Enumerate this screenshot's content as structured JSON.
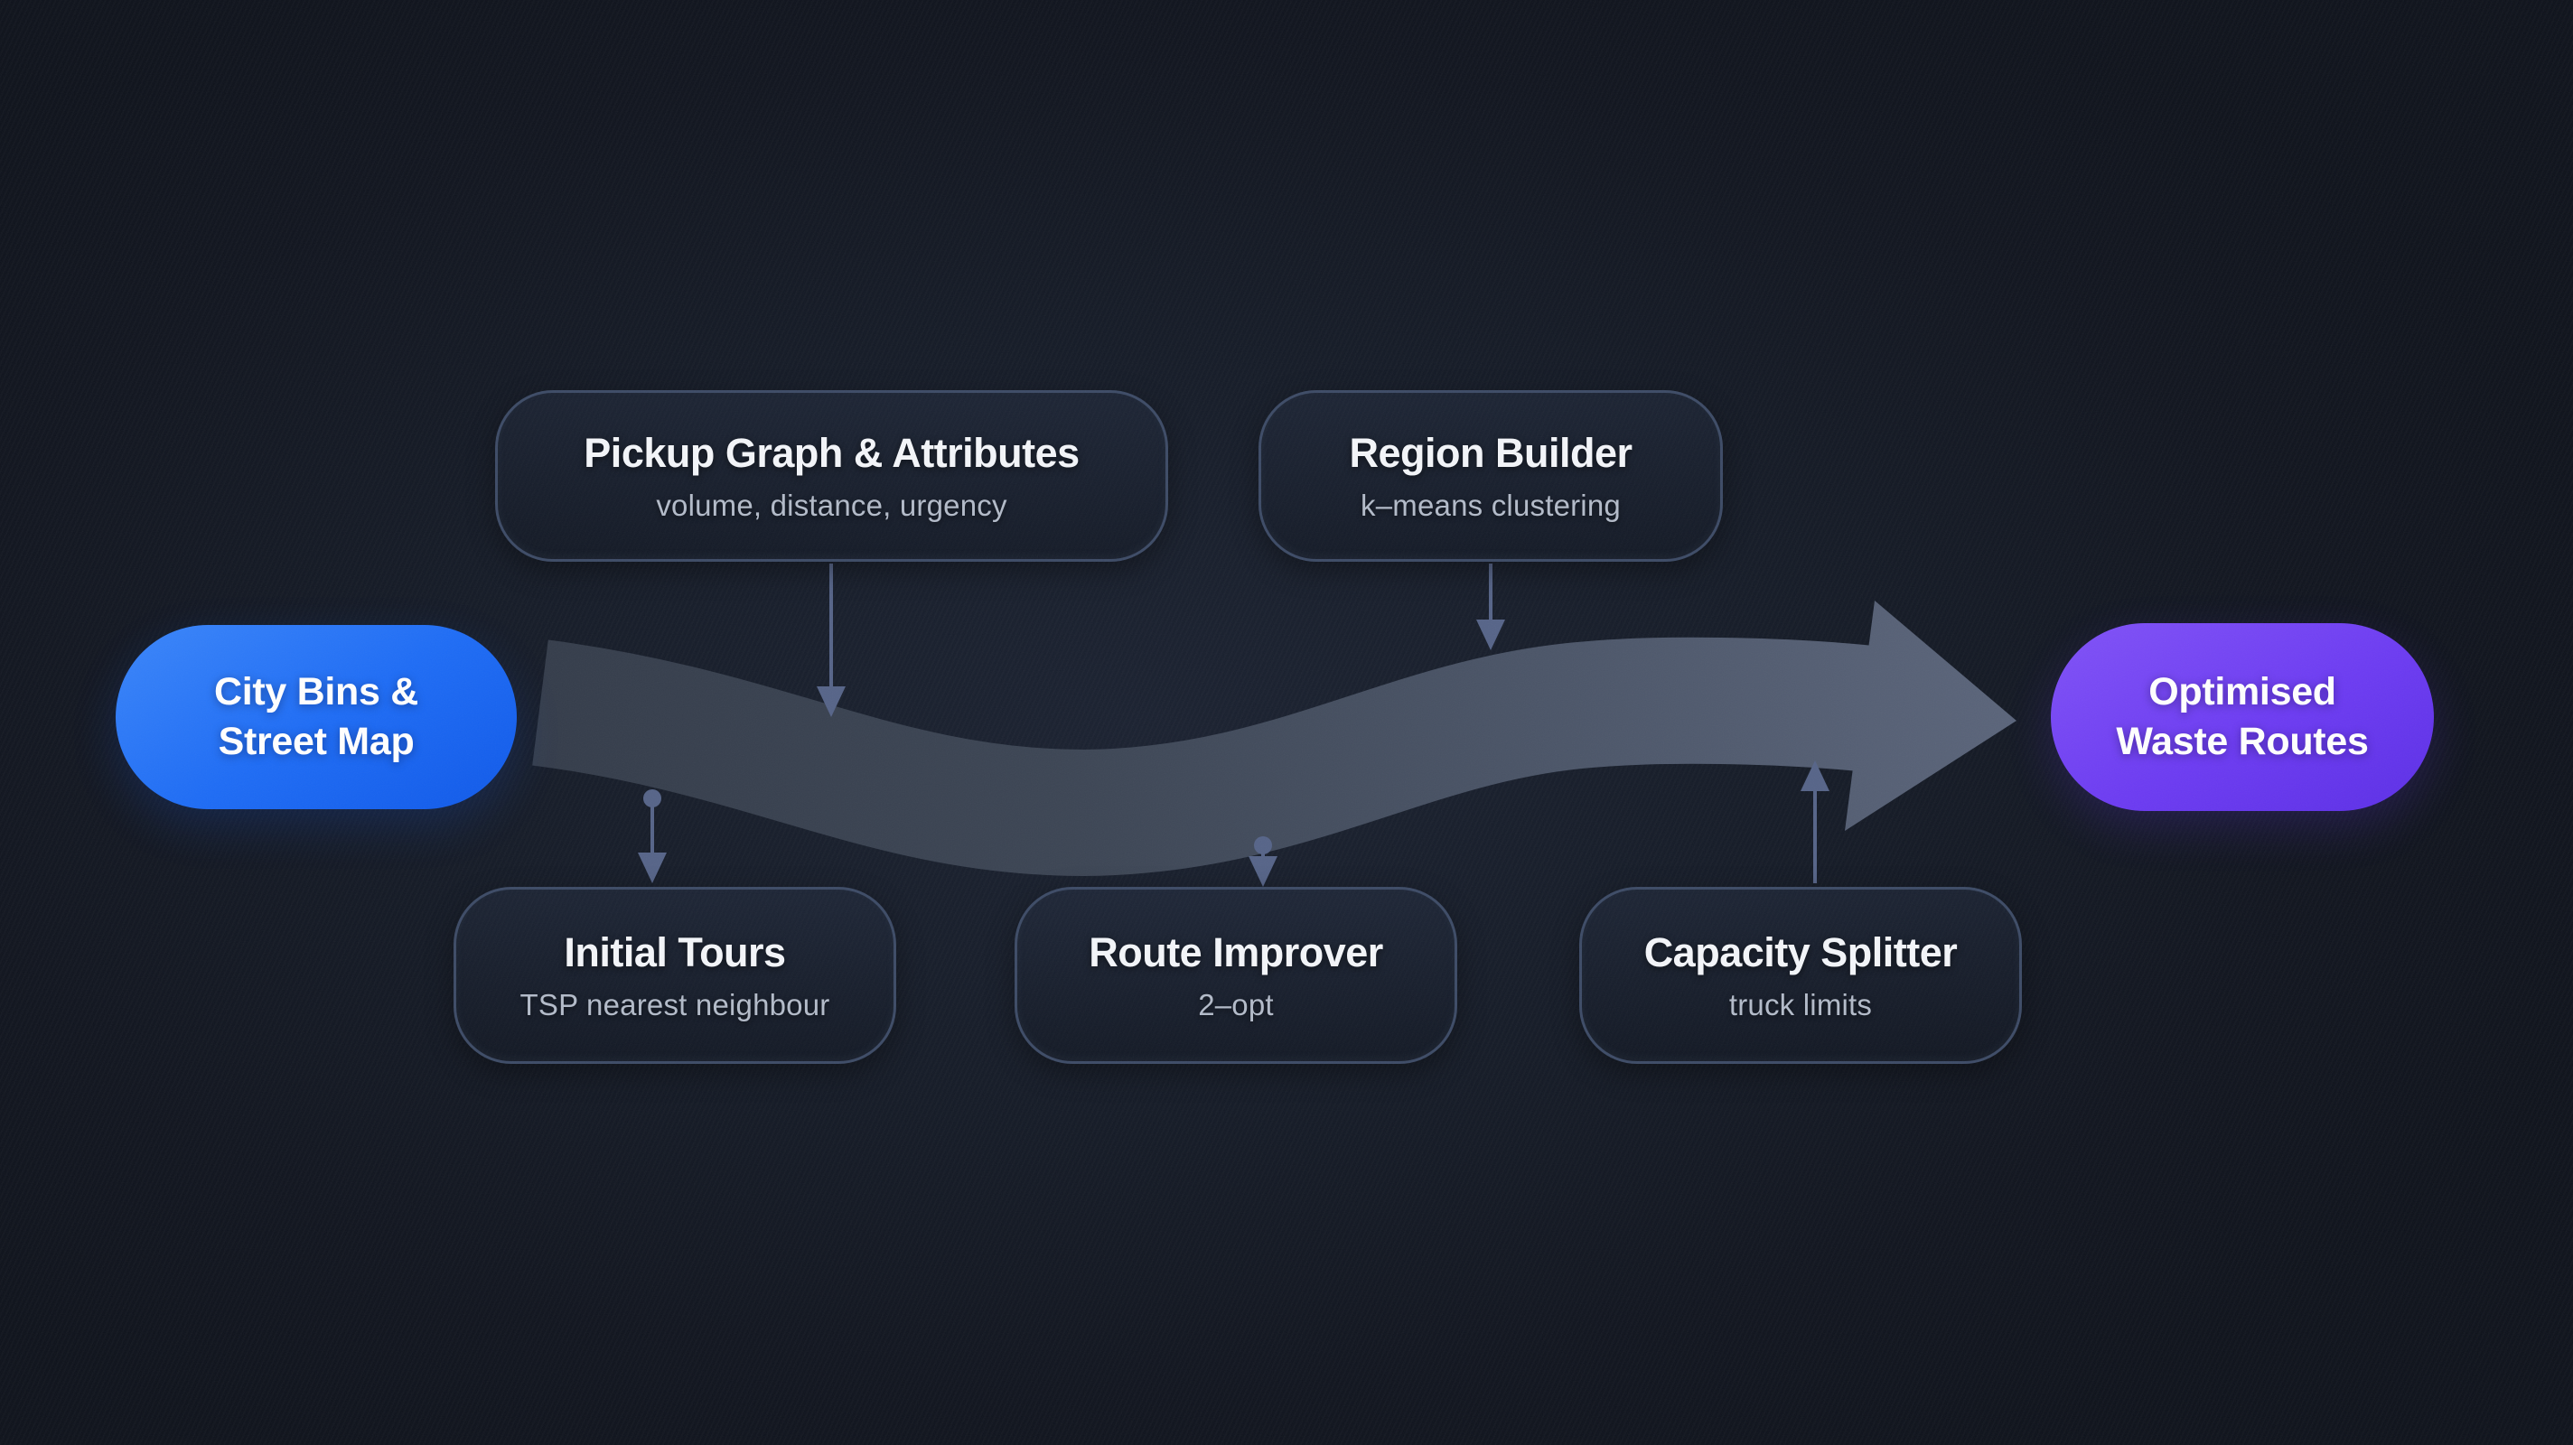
{
  "input": {
    "line1": "City Bins &",
    "line2": "Street Map"
  },
  "output": {
    "line1": "Optimised",
    "line2": "Waste Routes"
  },
  "stages_top": [
    {
      "title": "Pickup Graph & Attributes",
      "subtitle": "volume, distance, urgency"
    },
    {
      "title": "Region Builder",
      "subtitle": "k–means clustering"
    }
  ],
  "stages_bottom": [
    {
      "title": "Initial Tours",
      "subtitle": "TSP nearest neighbour"
    },
    {
      "title": "Route Improver",
      "subtitle": "2–opt"
    },
    {
      "title": "Capacity Splitter",
      "subtitle": "truck limits"
    }
  ],
  "colors": {
    "background": "#141a26",
    "input_pill": "#1e6cf5",
    "output_pill": "#6c3bf2",
    "flow_arrow_dark": "#343c4a",
    "flow_arrow_light": "#5b657b",
    "connector": "#566488",
    "box_border": "#3d4b66",
    "title_text": "#f3f5f9",
    "subtitle_text": "#b3bbc9"
  }
}
